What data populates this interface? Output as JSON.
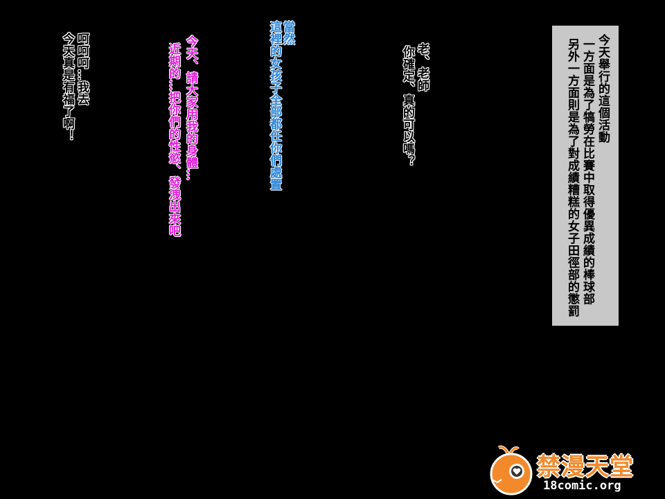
{
  "caption_box": {
    "lines": [
      "今天舉行的這個活動",
      "一方面是為了犒勞在比賽中取得優異成績的棒球部",
      "另外一方面則是為了對成績糟糕的女子田徑部的懲罰"
    ]
  },
  "bubbles": {
    "student_middle": [
      "老、老師",
      "你確定、真的可以嗎？"
    ],
    "teacher_blue": [
      "當然",
      "這裡的女孩子全部都任你們處置"
    ],
    "girl_pink": [
      "今天、請大家用我的身體…",
      "近期的…把你們的性慾、發洩出來吧"
    ],
    "student_left": [
      "呵呵呵…我去",
      "今天真是有福了啊！"
    ]
  },
  "watermark": {
    "title": "禁漫天堂",
    "url": "18comic.org"
  },
  "colors": {
    "blue_text": "#2f86d8",
    "pink_text": "#e01fd8",
    "caption_bg": "#c8c8c8",
    "logo_orange": "#f28a2c"
  }
}
